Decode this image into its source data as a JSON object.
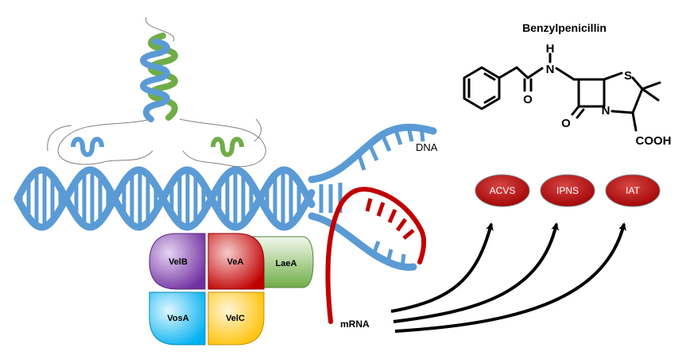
{
  "molecule": {
    "name": "Benzylpenicillin",
    "atoms": {
      "n_amide": "N",
      "h": "H",
      "o_amide": "O",
      "s": "S",
      "n_ring": "N",
      "o_lactam": "O",
      "cooh": "COOH"
    }
  },
  "dna_label": "DNA",
  "mrna_label": "mRNA",
  "enzymes": [
    "ACVS",
    "IPNS",
    "IAT"
  ],
  "velvet": {
    "velb": "VelB",
    "vea": "VeA",
    "laea": "LaeA",
    "vosa": "VosA",
    "velc": "VelC"
  },
  "colors": {
    "dna": "#5b9bd5",
    "mrna": "#c00000",
    "enzyme": "#c00000",
    "velb": "#7030a0",
    "vea": "#c00000",
    "laea": "#70ad47",
    "vosa": "#00b0f0",
    "velc": "#ffc000",
    "arrow": "#000000",
    "protein_blue": "#5b9bd5",
    "protein_green": "#70ad47"
  }
}
